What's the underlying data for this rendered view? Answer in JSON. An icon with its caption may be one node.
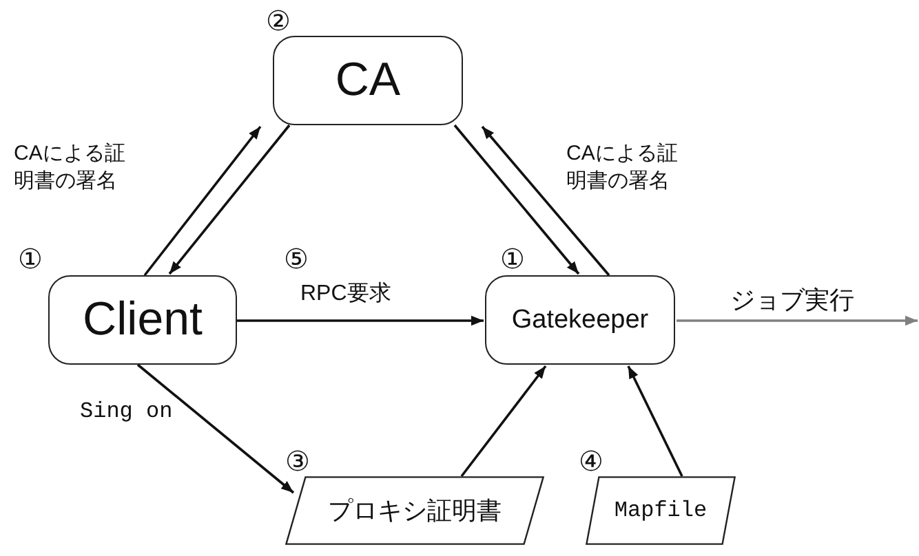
{
  "diagram": {
    "nodes": [
      {
        "text": [
          "CA"
        ],
        "beside": [
          "②"
        ]
      },
      {
        "text": [
          "Client"
        ],
        "beside": [
          "①"
        ]
      },
      {
        "text": [
          "Gatekeeper"
        ],
        "beside": [
          "①"
        ]
      },
      {
        "text": [
          "プロキシ証明書"
        ],
        "beside": [
          "③"
        ]
      },
      {
        "text": [
          "Mapfile"
        ],
        "beside": [
          "④"
        ]
      }
    ],
    "edges": [
      {
        "from": 1,
        "to": 0,
        "arrow": "to"
      },
      {
        "from": 0,
        "to": 1,
        "arrow": "to"
      },
      {
        "from": 0,
        "to": 2,
        "arrow": "to"
      },
      {
        "from": 2,
        "to": 0,
        "arrow": "to"
      },
      {
        "from": 1,
        "to": 2,
        "arrow": "to",
        "label": "RPC要求"
      },
      {
        "from": 1,
        "to": 3,
        "arrow": "to",
        "label": "Sing on"
      },
      {
        "from": 3,
        "to": 2,
        "arrow": "to"
      },
      {
        "from": 4,
        "to": 2,
        "arrow": "to"
      },
      {
        "from": 2,
        "to": null,
        "arrow": "to",
        "label": "ジョブ実行",
        "color": "#808080"
      }
    ],
    "labels": [
      "CAによる証明書の署名",
      "CAによる証明書の署名",
      "⑤"
    ]
  }
}
